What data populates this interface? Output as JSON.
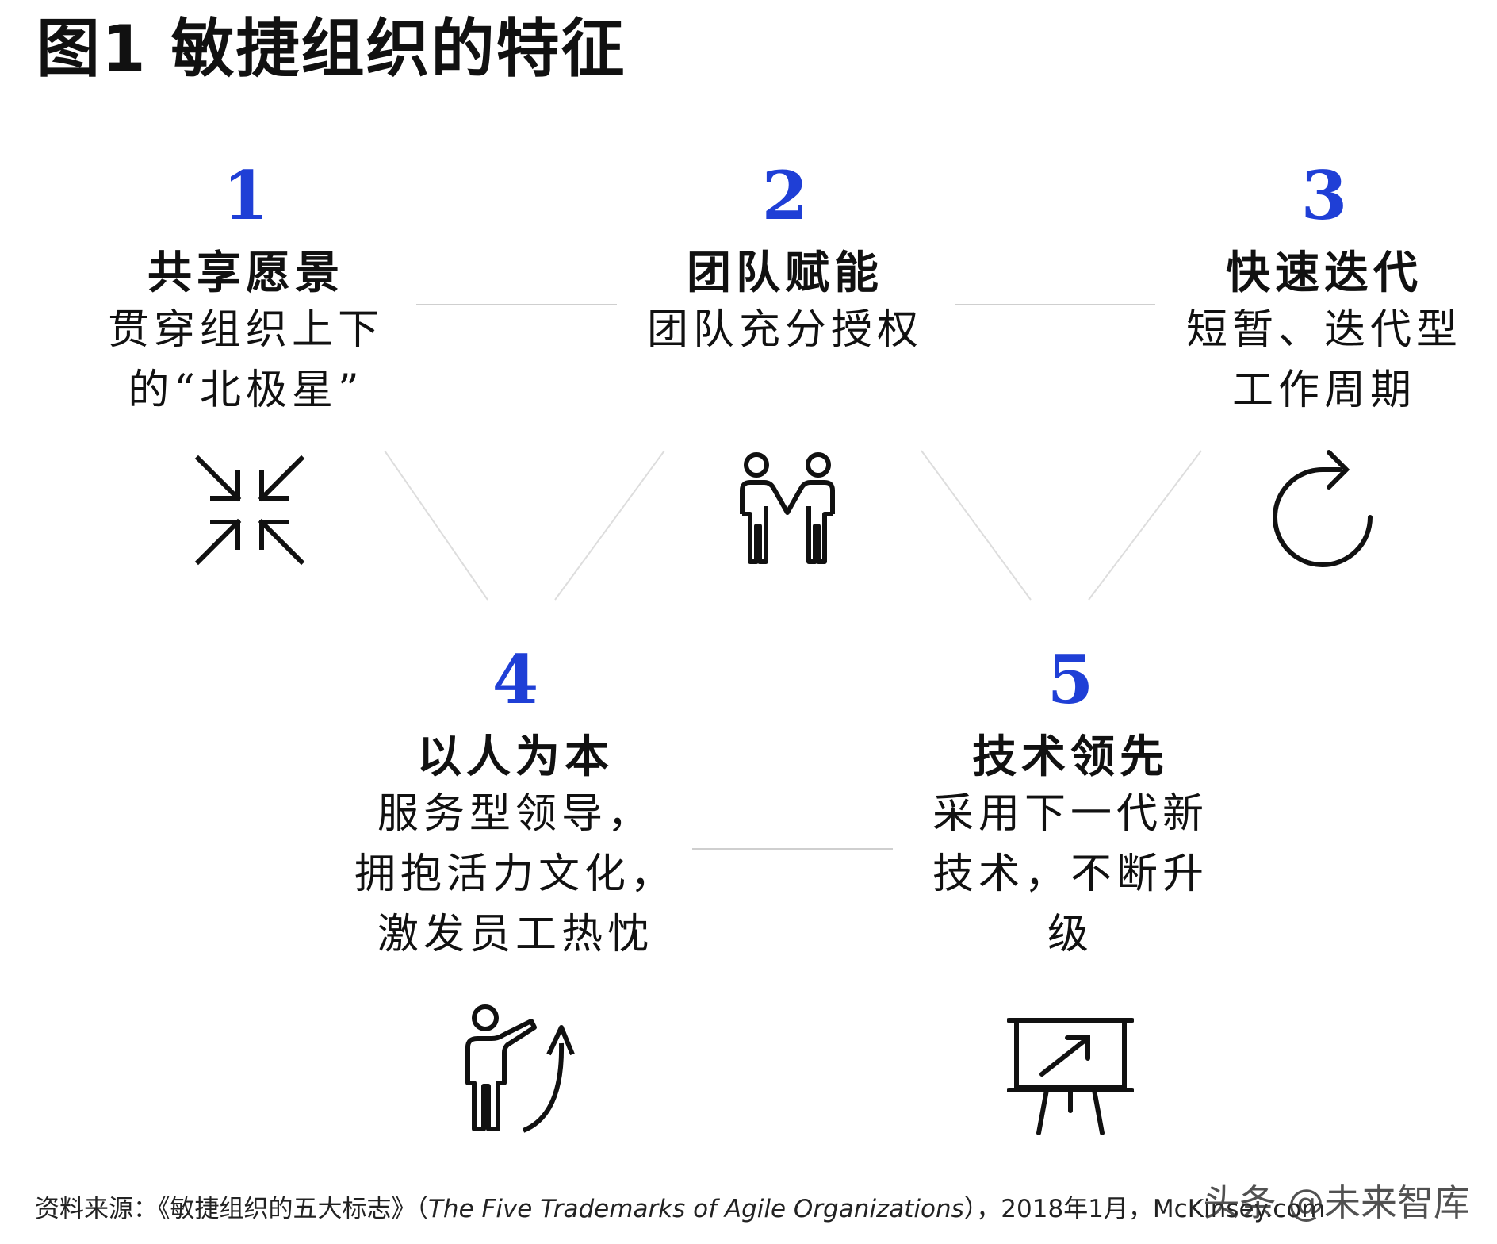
{
  "title": "图1  敏捷组织的特征",
  "items": [
    {
      "number": "1",
      "name": "共享愿景",
      "desc": "贯穿组织上下\n的“北极星”",
      "icon": "arrows-converge-icon"
    },
    {
      "number": "2",
      "name": "团队赋能",
      "desc": "团队充分授权",
      "icon": "people-holding-hands-icon"
    },
    {
      "number": "3",
      "name": "快速迭代",
      "desc": "短暂、迭代型\n工作周期",
      "icon": "circular-arrow-icon"
    },
    {
      "number": "4",
      "name": "以人为本",
      "desc": "服务型领导，\n拥抱活力文化，\n激发员工热忱",
      "icon": "person-pointing-up-arrow-icon"
    },
    {
      "number": "5",
      "name": "技术领先",
      "desc": "采用下一代新\n技术，不断升\n级",
      "icon": "presentation-board-chart-icon"
    }
  ],
  "footer": {
    "prefix": "资料来源：《敏捷组织的五大标志》（",
    "italic": "The Five Trademarks of Agile Organizations",
    "suffix": "），2018年1月，McKinsey.com"
  },
  "watermark": "头条 @未来智库",
  "colors": {
    "accent": "#1f3fd6",
    "connector": "#cfcfcf"
  }
}
